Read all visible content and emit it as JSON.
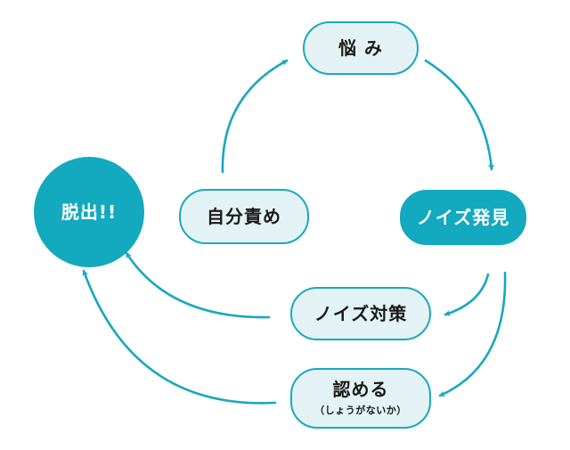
{
  "nodes": {
    "nayami": "悩 み",
    "noise_hakken": "ノイズ発見",
    "noise_taisaku": "ノイズ対策",
    "mitomeru": "認める",
    "mitomeru_sub": "（しょうがないか）",
    "jibun_seme": "自分責め",
    "dasshutsu": "脱出!!"
  },
  "colors": {
    "accent": "#13a9bf",
    "node_fill_light": "#e3f3f5",
    "text": "#1a1a1a"
  }
}
